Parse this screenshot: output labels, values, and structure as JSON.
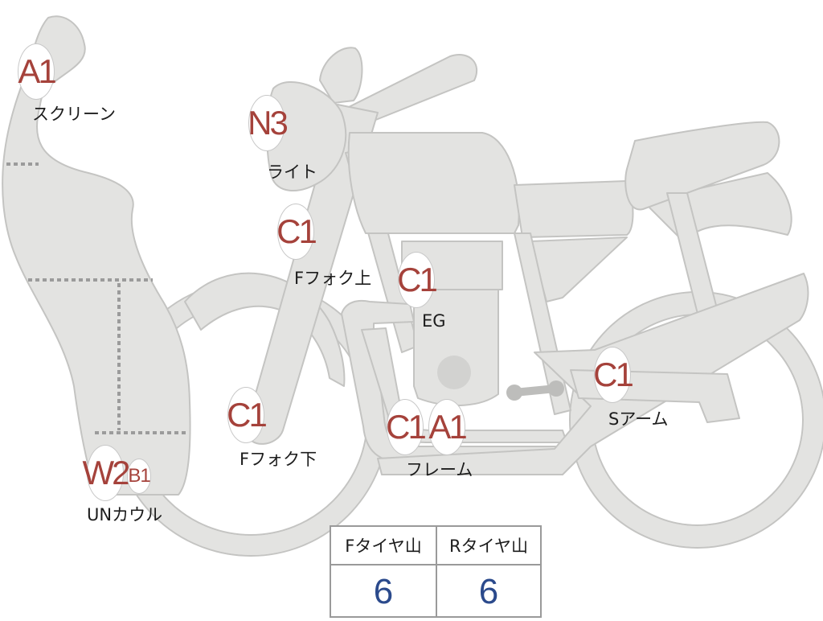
{
  "parts": [
    {
      "id": "screen",
      "code": "A1",
      "label": "スクリーン"
    },
    {
      "id": "light",
      "code": "N3",
      "label": "ライト"
    },
    {
      "id": "fork-upper",
      "code": "C1",
      "label": "Fフォク上"
    },
    {
      "id": "engine",
      "code": "C1",
      "label": "EG"
    },
    {
      "id": "fork-lower",
      "code": "C1",
      "label": "Fフォク下"
    },
    {
      "id": "frame",
      "codes": [
        "C1",
        "A1"
      ],
      "label": "フレーム"
    },
    {
      "id": "swing-arm",
      "code": "C1",
      "label": "Sアーム"
    },
    {
      "id": "under-cowl",
      "codes": [
        "W2",
        "B1"
      ],
      "label": "UNカウル"
    }
  ],
  "tyre_table": {
    "headers": [
      "Fタイヤ山",
      "Rタイヤ山"
    ],
    "values": [
      "6",
      "6"
    ]
  },
  "colors": {
    "body_fill": "#e3e3e1",
    "outline": "#c4c4c2",
    "badge_text": "#a5423b",
    "value_text": "#2b4a8c",
    "dotted_line": "#9b9b9b"
  }
}
